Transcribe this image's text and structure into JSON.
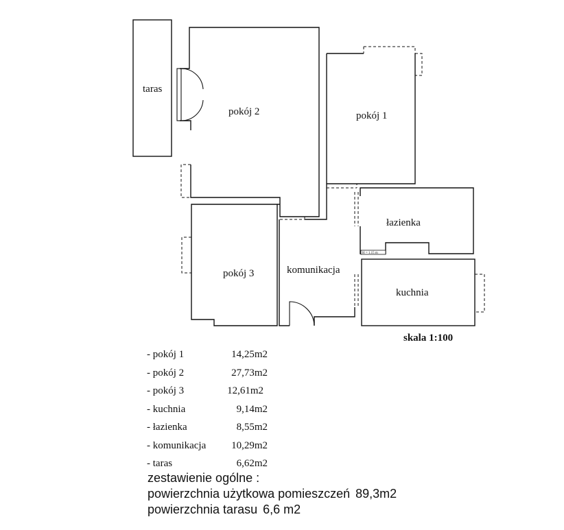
{
  "rooms": {
    "taras": "taras",
    "pokoj2": "pokój 2",
    "pokoj1": "pokój 1",
    "lazienka": "łazienka",
    "pokoj3": "pokój 3",
    "komunikacja": "komunikacja",
    "kuchnia": "kuchnia",
    "height_note": "H = 1.15 m"
  },
  "scale": "skala 1:100",
  "areas": [
    {
      "name": "- pokój 1",
      "value": "14,25m2"
    },
    {
      "name": "- pokój 2",
      "value": "27,73m2"
    },
    {
      "name": "- pokój 3",
      "value": "12,61m2"
    },
    {
      "name": "- kuchnia",
      "value": "9,14m2"
    },
    {
      "name": "- łazienka",
      "value": "8,55m2"
    },
    {
      "name": "- komunikacja",
      "value": "10,29m2"
    },
    {
      "name": "- taras",
      "value": "6,62m2"
    }
  ],
  "summary": {
    "title": "zestawienie ogólne :",
    "usable_label": "powierzchnia użytkowa pomieszczeń",
    "usable_value": "89,3m2",
    "terrace_label": "powierzchnia tarasu",
    "terrace_value": "6,6 m2"
  }
}
